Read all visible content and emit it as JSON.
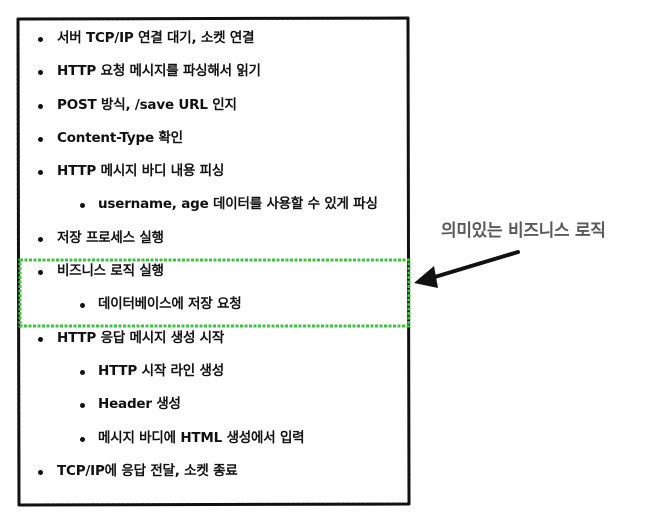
{
  "items": [
    {
      "text": "서버 TCP/IP 연결 대기, 소켓 연결",
      "level": 1
    },
    {
      "text": "HTTP 요청 메시지를 파싱해서 읽기",
      "level": 1
    },
    {
      "text": "POST 방식, /save URL 인지",
      "level": 1
    },
    {
      "text": "Content-Type 확인",
      "level": 1
    },
    {
      "text": "HTTP 메시지 바디 내용 피싱",
      "level": 1
    },
    {
      "text": "username, age 데이터를 사용할 수 있게 파싱",
      "level": 2
    },
    {
      "text": "저장 프로세스 실행",
      "level": 1
    },
    {
      "text": "비즈니스 로직 실행",
      "level": 1
    },
    {
      "text": "데이터베이스에 저장 요청",
      "level": 2
    },
    {
      "text": "HTTP 응답 메시지 생성 시작",
      "level": 1
    },
    {
      "text": "HTTP 시작 라인 생성",
      "level": 2
    },
    {
      "text": "Header 생성",
      "level": 2
    },
    {
      "text": "메시지 바디에 HTML 생성에서 입력",
      "level": 2
    },
    {
      "text": "TCP/IP에 응답 전달, 소켓 종료",
      "level": 1
    }
  ],
  "callout": {
    "text": "의미있는 비즈니스 로직"
  },
  "colors": {
    "frame": "#111111",
    "highlight": "#3fc23f",
    "callout_text": "#5a5a5a",
    "arrow": "#111111"
  }
}
